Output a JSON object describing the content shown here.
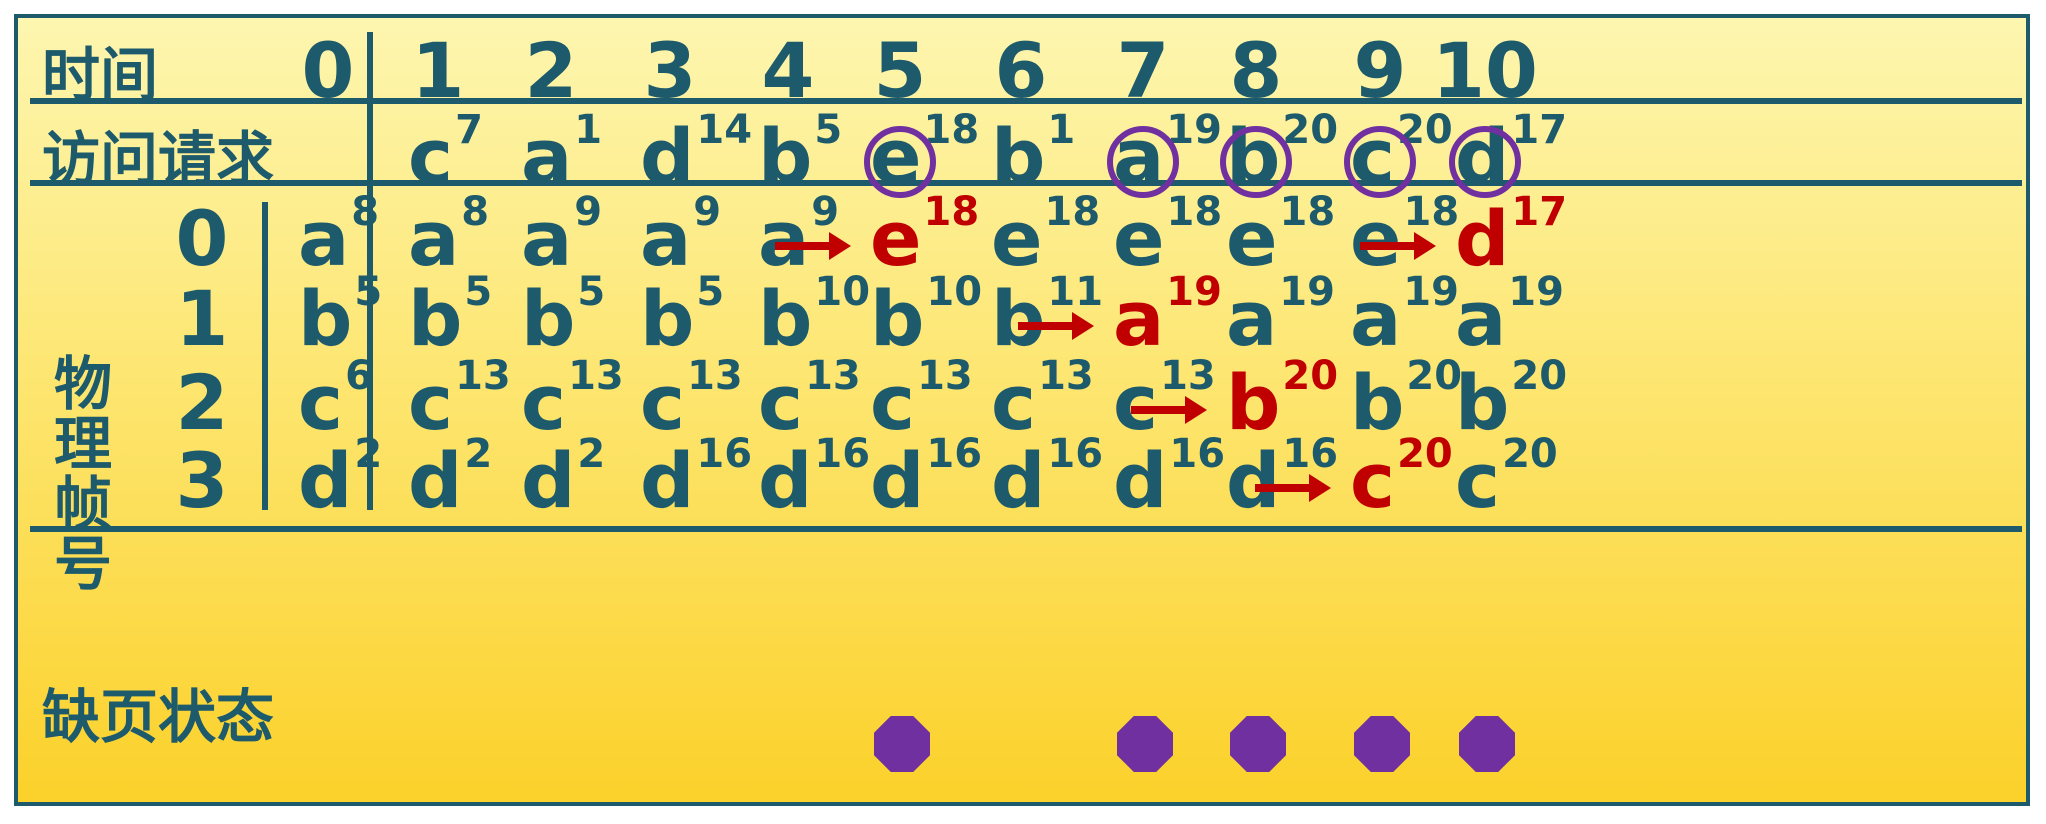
{
  "labels": {
    "time": "时间",
    "requests": "访问请求",
    "frames_vertical": "物\n理\n帧\n号",
    "fault_status": "缺页状态"
  },
  "colors": {
    "text": "#1d5a6b",
    "replaced": "#c00000",
    "fault_marker": "#7030a0"
  },
  "time_steps": [
    "0",
    "1",
    "2",
    "3",
    "4",
    "5",
    "6",
    "7",
    "8",
    "9",
    "10"
  ],
  "frame_numbers": [
    "0",
    "1",
    "2",
    "3"
  ],
  "requests": [
    {
      "t": 1,
      "page": "c",
      "n": "7",
      "fault": false
    },
    {
      "t": 2,
      "page": "a",
      "n": "1",
      "fault": false
    },
    {
      "t": 3,
      "page": "d",
      "n": "14",
      "fault": false
    },
    {
      "t": 4,
      "page": "b",
      "n": "5",
      "fault": false
    },
    {
      "t": 5,
      "page": "e",
      "n": "18",
      "fault": true
    },
    {
      "t": 6,
      "page": "b",
      "n": "1",
      "fault": false
    },
    {
      "t": 7,
      "page": "a",
      "n": "19",
      "fault": true
    },
    {
      "t": 8,
      "page": "b",
      "n": "20",
      "fault": true
    },
    {
      "t": 9,
      "page": "c",
      "n": "20",
      "fault": true
    },
    {
      "t": 10,
      "page": "d",
      "n": "17",
      "fault": true
    }
  ],
  "frames": [
    [
      {
        "p": "a",
        "n": "8"
      },
      {
        "p": "a",
        "n": "8"
      },
      {
        "p": "a",
        "n": "9"
      },
      {
        "p": "a",
        "n": "9"
      },
      {
        "p": "a",
        "n": "9"
      },
      {
        "p": "e",
        "n": "18",
        "replaced": true
      },
      {
        "p": "e",
        "n": "18"
      },
      {
        "p": "e",
        "n": "18"
      },
      {
        "p": "e",
        "n": "18"
      },
      {
        "p": "e",
        "n": "18"
      },
      {
        "p": "d",
        "n": "17",
        "replaced": true
      }
    ],
    [
      {
        "p": "b",
        "n": "5"
      },
      {
        "p": "b",
        "n": "5"
      },
      {
        "p": "b",
        "n": "5"
      },
      {
        "p": "b",
        "n": "5"
      },
      {
        "p": "b",
        "n": "10"
      },
      {
        "p": "b",
        "n": "10"
      },
      {
        "p": "b",
        "n": "11"
      },
      {
        "p": "a",
        "n": "19",
        "replaced": true
      },
      {
        "p": "a",
        "n": "19"
      },
      {
        "p": "a",
        "n": "19"
      },
      {
        "p": "a",
        "n": "19"
      }
    ],
    [
      {
        "p": "c",
        "n": "6"
      },
      {
        "p": "c",
        "n": "13"
      },
      {
        "p": "c",
        "n": "13"
      },
      {
        "p": "c",
        "n": "13"
      },
      {
        "p": "c",
        "n": "13"
      },
      {
        "p": "c",
        "n": "13"
      },
      {
        "p": "c",
        "n": "13"
      },
      {
        "p": "c",
        "n": "13"
      },
      {
        "p": "b",
        "n": "20",
        "replaced": true
      },
      {
        "p": "b",
        "n": "20"
      },
      {
        "p": "b",
        "n": "20"
      }
    ],
    [
      {
        "p": "d",
        "n": "2"
      },
      {
        "p": "d",
        "n": "2"
      },
      {
        "p": "d",
        "n": "2"
      },
      {
        "p": "d",
        "n": "16"
      },
      {
        "p": "d",
        "n": "16"
      },
      {
        "p": "d",
        "n": "16"
      },
      {
        "p": "d",
        "n": "16"
      },
      {
        "p": "d",
        "n": "16"
      },
      {
        "p": "d",
        "n": "16"
      },
      {
        "p": "c",
        "n": "20",
        "replaced": true
      },
      {
        "p": "c",
        "n": "20"
      }
    ]
  ]
}
